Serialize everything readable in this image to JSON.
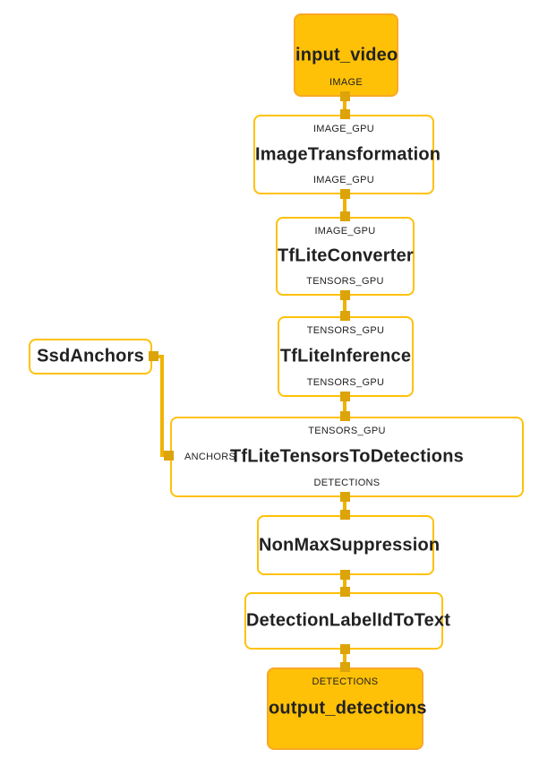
{
  "diagram": {
    "colors": {
      "io_node_fill": "#FFC107",
      "io_node_border": "#F9A825",
      "calc_node_fill": "#FFFFFF",
      "calc_node_border": "#FFC107",
      "edge": "#EFB300",
      "port": "#DCA408",
      "text": "#212121"
    },
    "nodes": [
      {
        "id": "input_video",
        "kind": "io",
        "title": "input_video",
        "bottom_label": "IMAGE"
      },
      {
        "id": "image_transformation",
        "kind": "calculator",
        "title": "ImageTransformation",
        "top_label": "IMAGE_GPU",
        "bottom_label": "IMAGE_GPU"
      },
      {
        "id": "tflite_converter",
        "kind": "calculator",
        "title": "TfLiteConverter",
        "top_label": "IMAGE_GPU",
        "bottom_label": "TENSORS_GPU"
      },
      {
        "id": "tflite_inference",
        "kind": "calculator",
        "title": "TfLiteInference",
        "top_label": "TENSORS_GPU",
        "bottom_label": "TENSORS_GPU"
      },
      {
        "id": "ssd_anchors",
        "kind": "calculator",
        "title": "SsdAnchors"
      },
      {
        "id": "tflite_tensors_to_detections",
        "kind": "calculator",
        "title": "TfLiteTensorsToDetections",
        "top_label": "TENSORS_GPU",
        "left_label": "ANCHORS",
        "bottom_label": "DETECTIONS"
      },
      {
        "id": "non_max_suppression",
        "kind": "calculator",
        "title": "NonMaxSuppression"
      },
      {
        "id": "detection_label_id_to_text",
        "kind": "calculator",
        "title": "DetectionLabelIdToText"
      },
      {
        "id": "output_detections",
        "kind": "io",
        "title": "output_detections",
        "top_label": "DETECTIONS"
      }
    ],
    "edges": [
      {
        "from": "input_video",
        "to": "image_transformation"
      },
      {
        "from": "image_transformation",
        "to": "tflite_converter"
      },
      {
        "from": "tflite_converter",
        "to": "tflite_inference"
      },
      {
        "from": "tflite_inference",
        "to": "tflite_tensors_to_detections"
      },
      {
        "from": "ssd_anchors",
        "to": "tflite_tensors_to_detections"
      },
      {
        "from": "tflite_tensors_to_detections",
        "to": "non_max_suppression"
      },
      {
        "from": "non_max_suppression",
        "to": "detection_label_id_to_text"
      },
      {
        "from": "detection_label_id_to_text",
        "to": "output_detections"
      }
    ]
  }
}
